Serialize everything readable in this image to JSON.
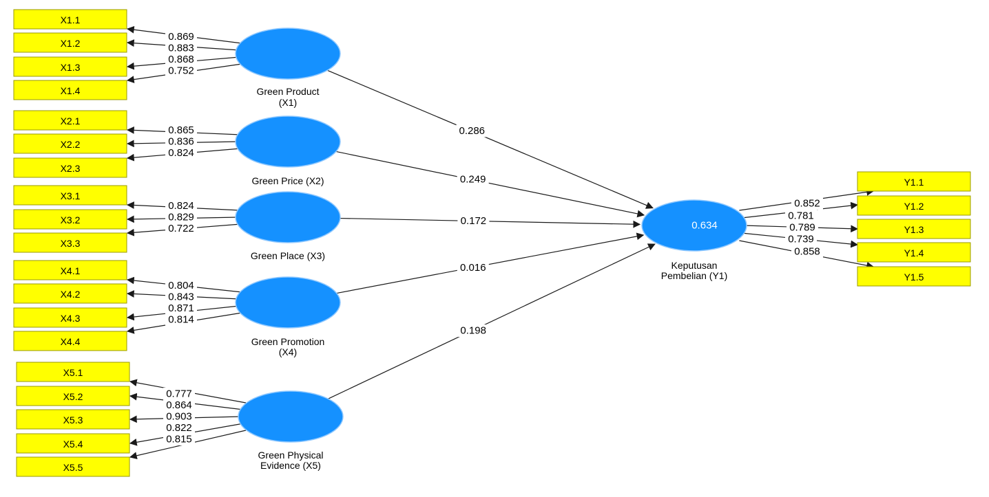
{
  "colors": {
    "indicator_fill": "#ffff00",
    "latent_fill": "#1591ff",
    "edge": "#1a1a1a"
  },
  "constructs": [
    {
      "id": "x1",
      "label_lines": [
        "Green Product",
        "(X1)"
      ],
      "indicators": [
        {
          "name": "X1.1",
          "loading": "0.869"
        },
        {
          "name": "X1.2",
          "loading": "0.883"
        },
        {
          "name": "X1.3",
          "loading": "0.868"
        },
        {
          "name": "X1.4",
          "loading": "0.752"
        }
      ],
      "path_coefficient": "0.286"
    },
    {
      "id": "x2",
      "label_lines": [
        "Green Price (X2)"
      ],
      "indicators": [
        {
          "name": "X2.1",
          "loading": "0.865"
        },
        {
          "name": "X2.2",
          "loading": "0.836"
        },
        {
          "name": "X2.3",
          "loading": "0.824"
        }
      ],
      "path_coefficient": "0.249"
    },
    {
      "id": "x3",
      "label_lines": [
        "Green Place (X3)"
      ],
      "indicators": [
        {
          "name": "X3.1",
          "loading": "0.824"
        },
        {
          "name": "X3.2",
          "loading": "0.829"
        },
        {
          "name": "X3.3",
          "loading": "0.722"
        }
      ],
      "path_coefficient": "0.172"
    },
    {
      "id": "x4",
      "label_lines": [
        "Green Promotion",
        "(X4)"
      ],
      "indicators": [
        {
          "name": "X4.1",
          "loading": "0.804"
        },
        {
          "name": "X4.2",
          "loading": "0.843"
        },
        {
          "name": "X4.3",
          "loading": "0.871"
        },
        {
          "name": "X4.4",
          "loading": "0.814"
        }
      ],
      "path_coefficient": "0.016"
    },
    {
      "id": "x5",
      "label_lines": [
        "Green Physical",
        "Evidence (X5)"
      ],
      "indicators": [
        {
          "name": "X5.1",
          "loading": "0.777"
        },
        {
          "name": "X5.2",
          "loading": "0.864"
        },
        {
          "name": "X5.3",
          "loading": "0.903"
        },
        {
          "name": "X5.4",
          "loading": "0.822"
        },
        {
          "name": "X5.5",
          "loading": "0.815"
        }
      ],
      "path_coefficient": "0.198"
    }
  ],
  "endogenous": {
    "id": "y1",
    "label_lines": [
      "Keputusan",
      "Pembelian (Y1)"
    ],
    "r_squared": "0.634",
    "indicators": [
      {
        "name": "Y1.1",
        "loading": "0.852"
      },
      {
        "name": "Y1.2",
        "loading": "0.781"
      },
      {
        "name": "Y1.3",
        "loading": "0.789"
      },
      {
        "name": "Y1.4",
        "loading": "0.739"
      },
      {
        "name": "Y1.5",
        "loading": "0.858"
      }
    ]
  }
}
